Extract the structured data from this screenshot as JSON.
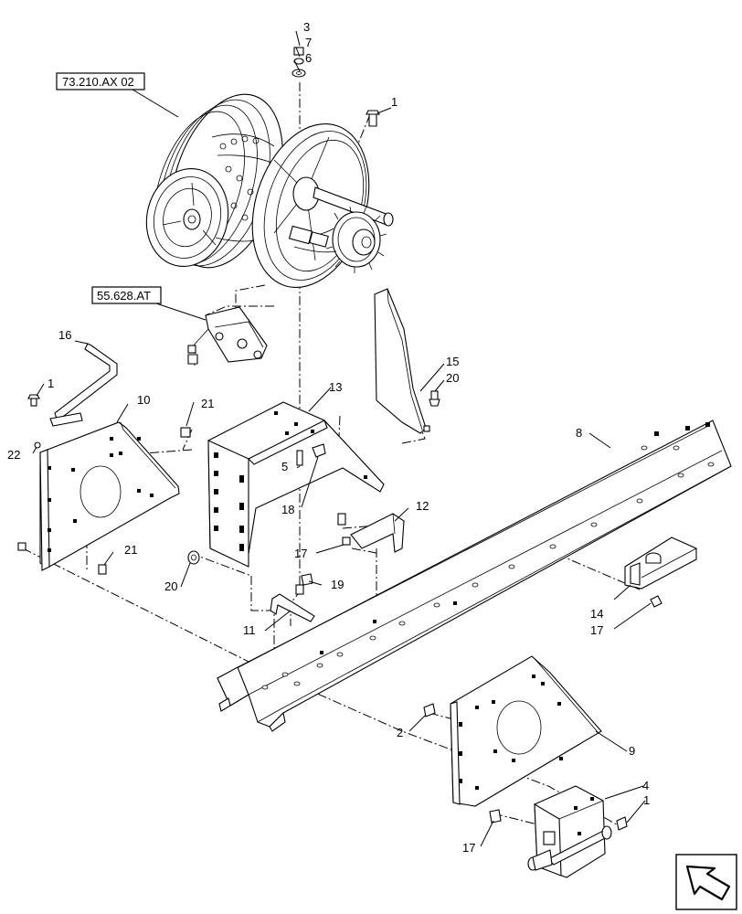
{
  "references": [
    {
      "id": "ref-73",
      "label": "73.210.AX 02"
    },
    {
      "id": "ref-55",
      "label": "55.628.AT"
    }
  ],
  "callouts": [
    "3",
    "7",
    "6",
    "1",
    "16",
    "1",
    "10",
    "21",
    "22",
    "21",
    "13",
    "15",
    "20",
    "8",
    "5",
    "18",
    "12",
    "17",
    "20",
    "19",
    "11",
    "14",
    "17",
    "2",
    "9",
    "4",
    "1",
    "17"
  ],
  "nav_icon": "next-page-arrow-icon"
}
